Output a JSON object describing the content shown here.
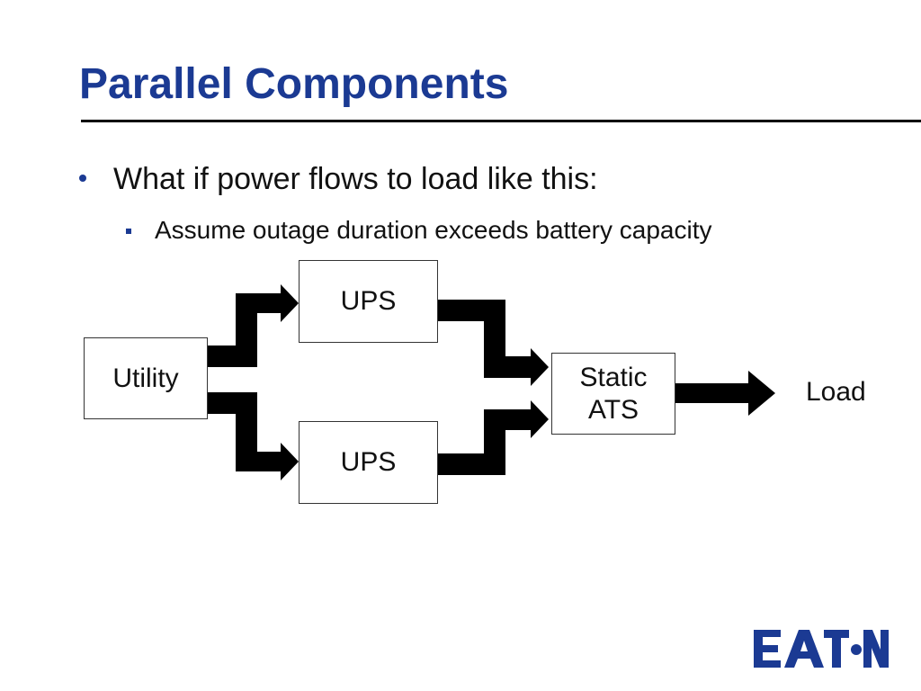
{
  "slide": {
    "title": "Parallel Components",
    "bullets": [
      {
        "text": "What if power flows to load like this:"
      },
      {
        "text": "Assume outage duration exceeds battery capacity"
      }
    ]
  },
  "diagram": {
    "nodes": {
      "utility": "Utility",
      "ups_top": "UPS",
      "ups_bottom": "UPS",
      "ats_line1": "Static",
      "ats_line2": "ATS",
      "load": "Load"
    }
  },
  "logo": {
    "text": "EATON",
    "color": "#1b3a93"
  },
  "colors": {
    "title": "#1b3a93",
    "bullet": "#1b3a93",
    "arrows": "#000000"
  }
}
